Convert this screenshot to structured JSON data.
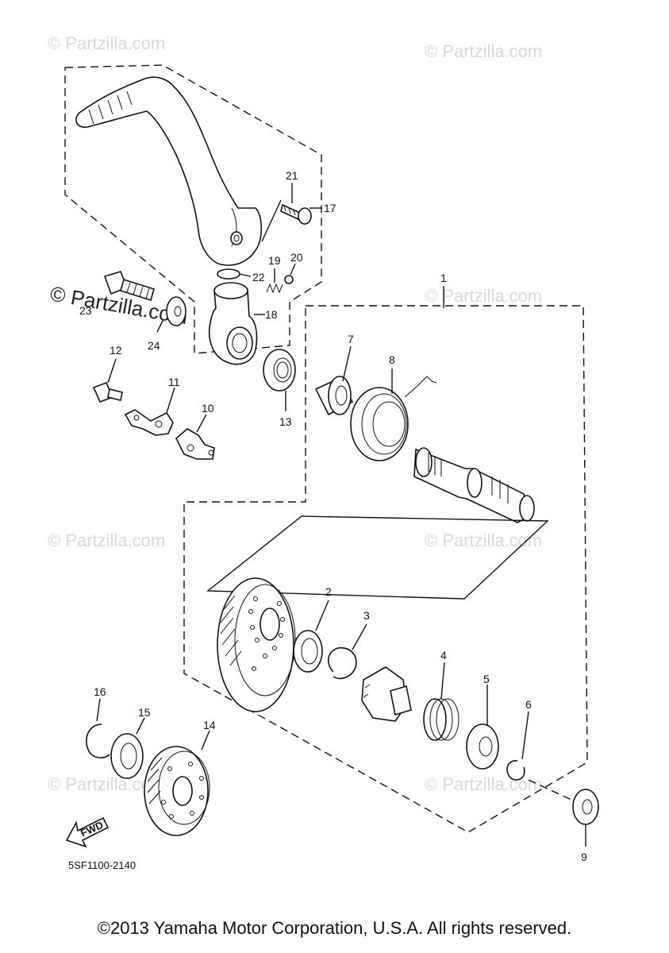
{
  "diagram": {
    "code": "5SF1100-2140",
    "fwd_label": "FWD",
    "footer": "©2013 Yamaha Motor Corporation, U.S.A. All rights reserved.",
    "watermark": "© Partzilla.com",
    "part_numbers": [
      "1",
      "2",
      "3",
      "4",
      "5",
      "6",
      "7",
      "8",
      "9",
      "10",
      "11",
      "12",
      "13",
      "14",
      "15",
      "16",
      "17",
      "18",
      "19",
      "20",
      "21",
      "22",
      "23",
      "24"
    ]
  }
}
